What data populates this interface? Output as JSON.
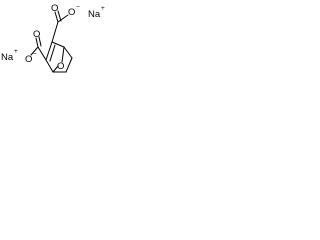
{
  "diagram": {
    "type": "chemical-structure",
    "compound": "",
    "atoms": {
      "sodium_top": {
        "symbol": "Na",
        "charge": "+"
      },
      "sodium_left": {
        "symbol": "Na",
        "charge": "+"
      },
      "carboxylate_top_double_o": {
        "symbol": "O"
      },
      "carboxylate_top_single_o": {
        "symbol": "O",
        "charge": "−"
      },
      "carboxylate_left_double_o": {
        "symbol": "O"
      },
      "carboxylate_left_single_o": {
        "symbol": "O",
        "charge": "−"
      },
      "bridge_oxygen": {
        "symbol": "O"
      }
    }
  }
}
